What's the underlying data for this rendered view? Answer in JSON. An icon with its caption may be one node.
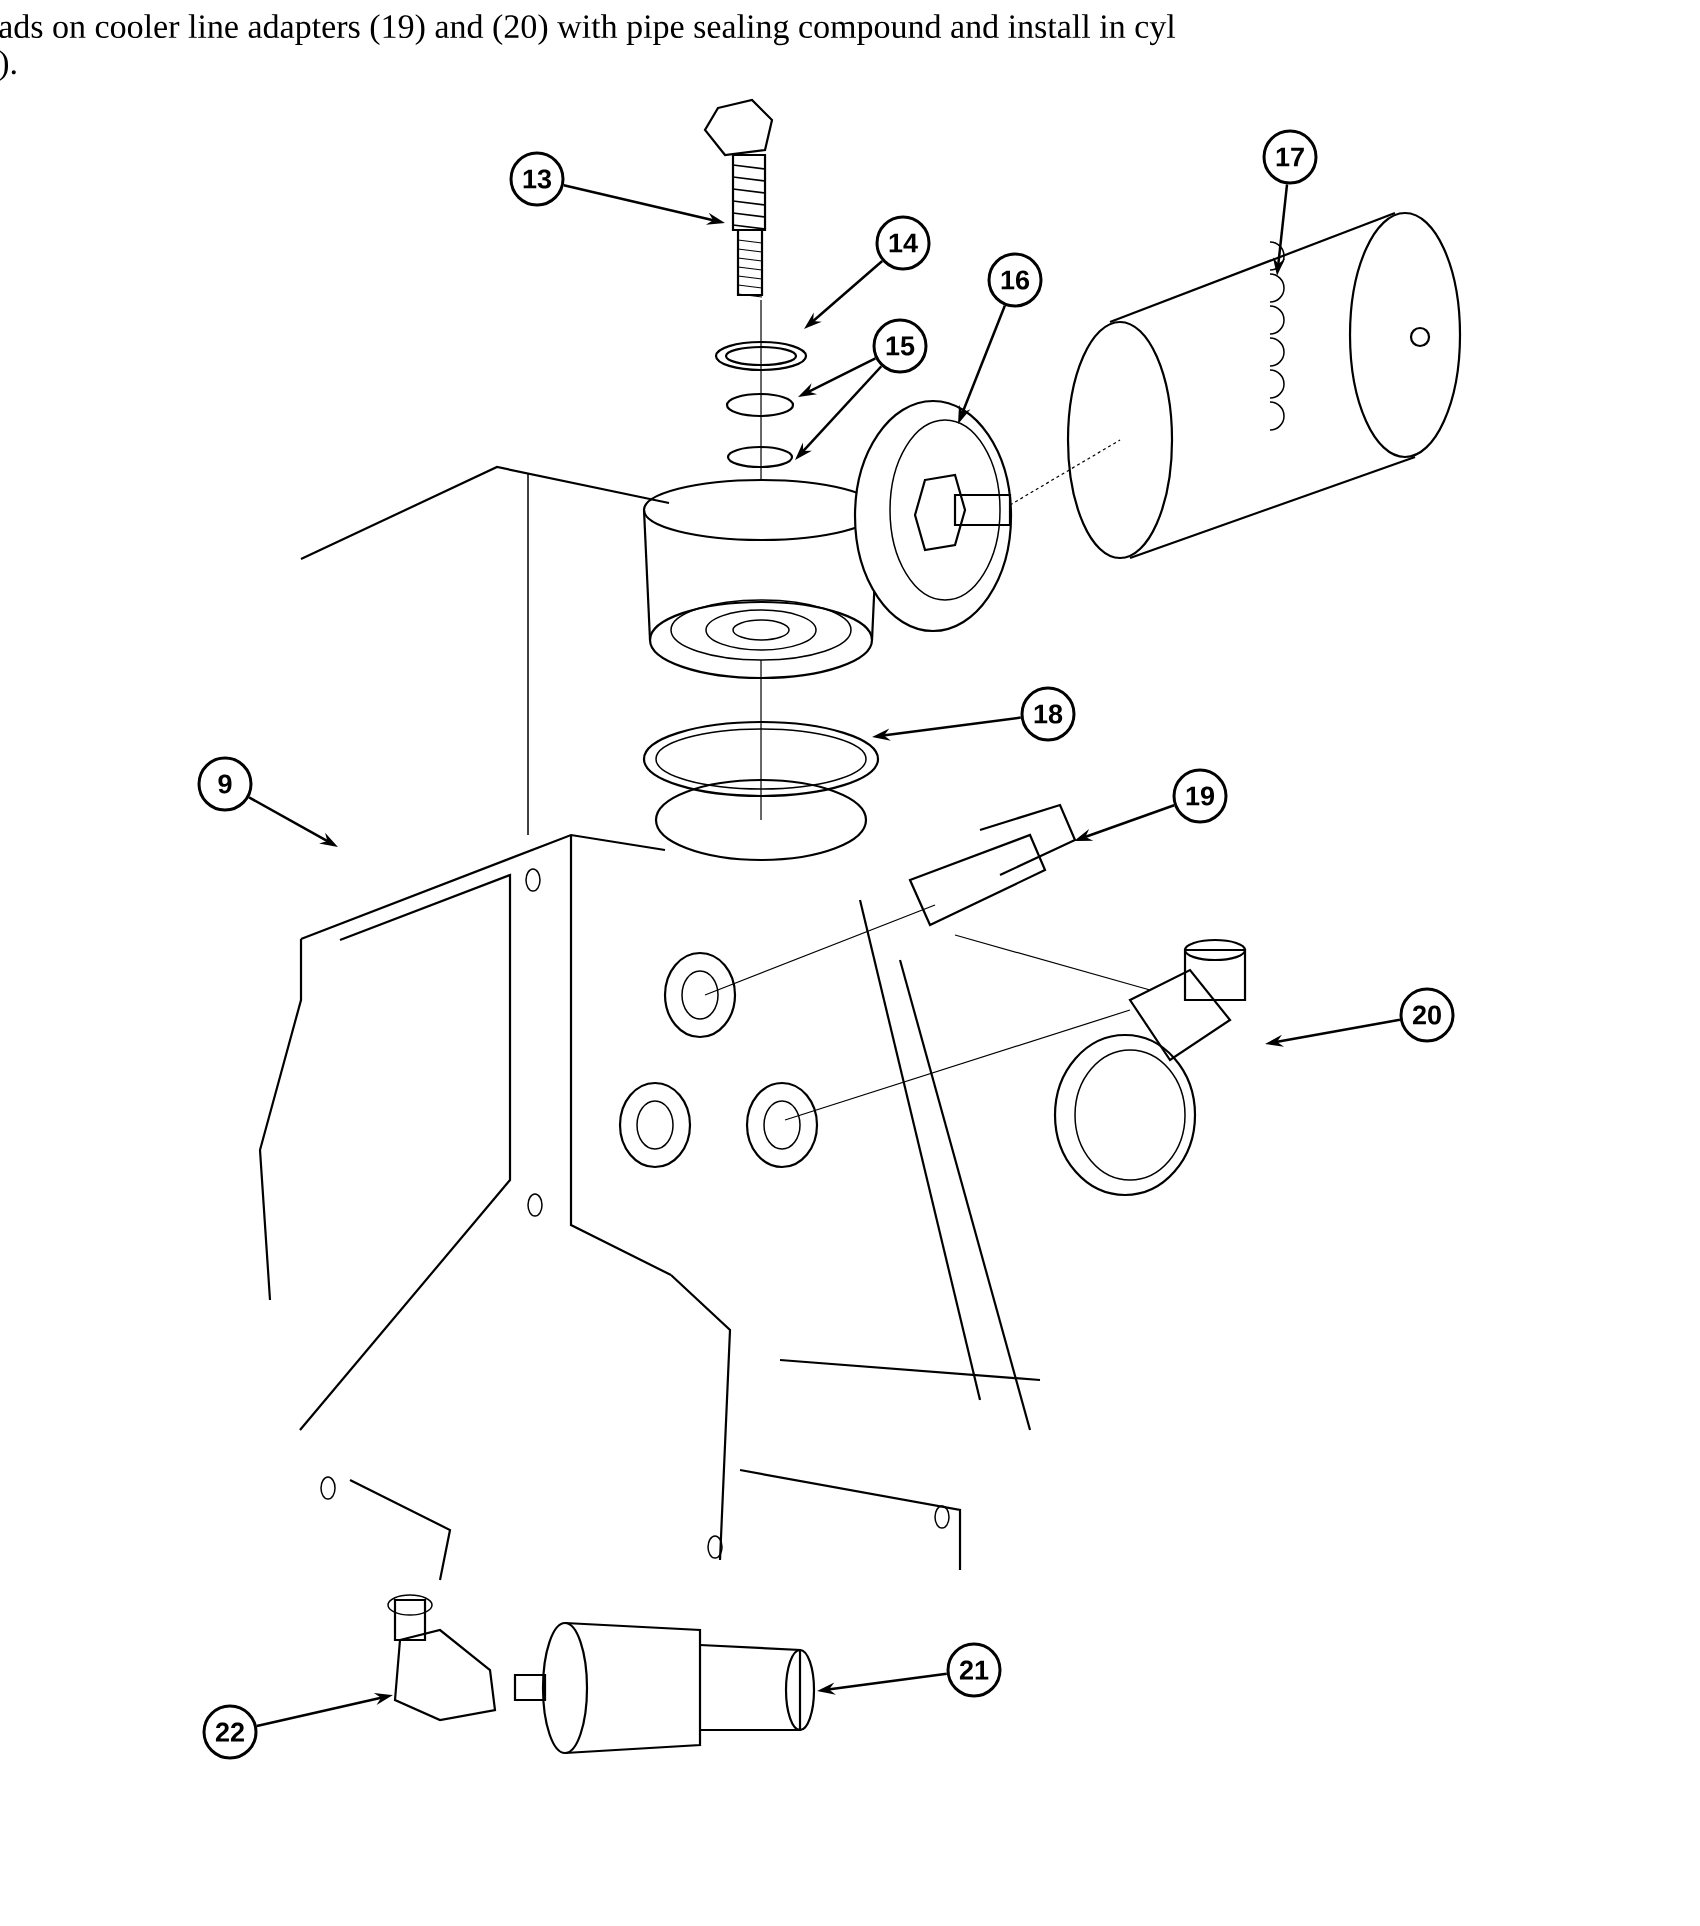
{
  "diagram": {
    "nodes": [
      {
        "text": [
          "13"
        ]
      },
      {
        "text": [
          "14"
        ]
      },
      {
        "text": [
          "15"
        ]
      },
      {
        "text": [
          "16"
        ]
      },
      {
        "text": [
          "17"
        ]
      },
      {
        "text": [
          "18"
        ]
      },
      {
        "text": [
          "9"
        ]
      },
      {
        "text": [
          "19"
        ]
      },
      {
        "text": [
          "20"
        ]
      },
      {
        "text": [
          "21"
        ]
      },
      {
        "text": [
          "22"
        ]
      }
    ],
    "edges": [
      {
        "from": 0,
        "to": null,
        "arrow": "to"
      },
      {
        "from": 1,
        "to": null,
        "arrow": "to"
      },
      {
        "from": 2,
        "to": null,
        "arrow": "to"
      },
      {
        "from": 2,
        "to": null,
        "arrow": "to"
      },
      {
        "from": 3,
        "to": null,
        "arrow": "to"
      },
      {
        "from": 4,
        "to": null,
        "arrow": "to"
      },
      {
        "from": 5,
        "to": null,
        "arrow": "to"
      },
      {
        "from": 6,
        "to": null,
        "arrow": "to"
      },
      {
        "from": 7,
        "to": null,
        "arrow": "to"
      },
      {
        "from": 8,
        "to": null,
        "arrow": "to"
      },
      {
        "from": 9,
        "to": null,
        "arrow": "to"
      },
      {
        "from": 10,
        "to": null,
        "arrow": "to"
      }
    ],
    "labels": [
      "ads on cooler line adapters (19) and (20) with pipe sealing compound and install in cyl",
      ")."
    ]
  }
}
